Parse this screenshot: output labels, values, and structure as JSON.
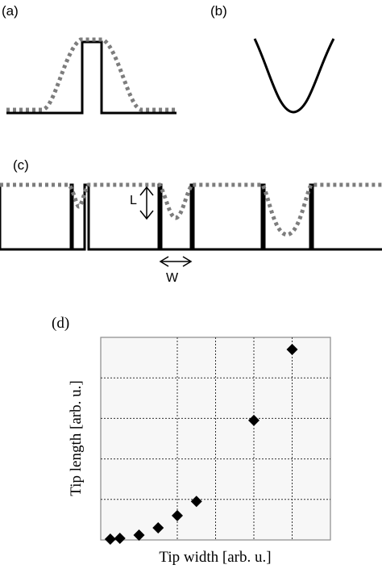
{
  "panels": {
    "a": {
      "label": "(a)"
    },
    "b": {
      "label": "(b)"
    },
    "c": {
      "label": "(c)",
      "length_label": "L",
      "width_label": "W"
    },
    "d": {
      "label": "(d)"
    }
  },
  "colors": {
    "profile": "#000000",
    "tip_trace": "#7d7d7d",
    "plot_background": "#f7f7f7",
    "marker": "#000000"
  },
  "chart_data": {
    "type": "scatter",
    "title": "",
    "xlabel": "Tip width [arb. u.]",
    "ylabel": "Tip length [arb. u.]",
    "xlim": [
      0,
      6
    ],
    "ylim": [
      0,
      5
    ],
    "xticks": [
      0,
      2,
      3,
      4,
      5
    ],
    "yticks": [
      1,
      2,
      3,
      4
    ],
    "grid": true,
    "tick_labels_shown": false,
    "legend": false,
    "marker": "diamond",
    "points": [
      {
        "x": 0.25,
        "y": 0.02
      },
      {
        "x": 0.5,
        "y": 0.04
      },
      {
        "x": 1.0,
        "y": 0.12
      },
      {
        "x": 1.5,
        "y": 0.3
      },
      {
        "x": 2.0,
        "y": 0.6
      },
      {
        "x": 2.5,
        "y": 0.95
      },
      {
        "x": 4.0,
        "y": 2.95
      },
      {
        "x": 5.0,
        "y": 4.7
      }
    ]
  }
}
